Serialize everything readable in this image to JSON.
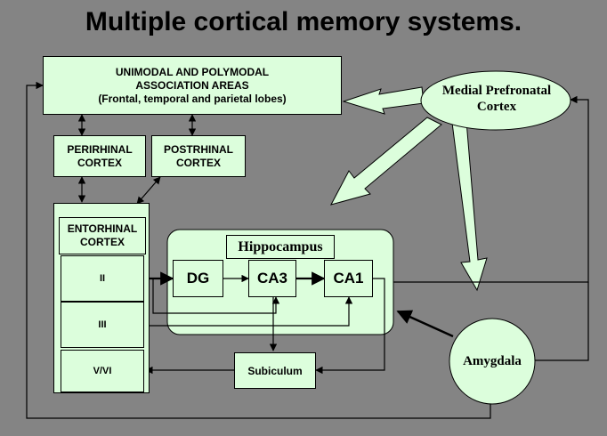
{
  "title": "Multiple cortical memory systems.",
  "nodes": {
    "association": {
      "line1": "UNIMODAL AND POLYMODAL",
      "line2": "ASSOCIATION AREAS",
      "line3": "(Frontal, temporal and parietal lobes)"
    },
    "perirhinal": {
      "line1": "PERIRHINAL",
      "line2": "CORTEX"
    },
    "postrhinal": {
      "line1": "POSTRHINAL",
      "line2": "CORTEX"
    },
    "entorhinal": {
      "line1": "ENTORHINAL",
      "line2": "CORTEX"
    },
    "layer_ii": "II",
    "layer_iii": "III",
    "layer_vvi": "V/VI",
    "hippocampus": "Hippocampus",
    "dg": "DG",
    "ca3": "CA3",
    "ca1": "CA1",
    "subiculum": "Subiculum",
    "mpfc": {
      "line1": "Medial Prefronatal",
      "line2": "Cortex"
    },
    "amygdala": "Amygdala"
  },
  "colors": {
    "background": "#848484",
    "box_fill": "#dcfedc",
    "stroke": "#000000"
  }
}
